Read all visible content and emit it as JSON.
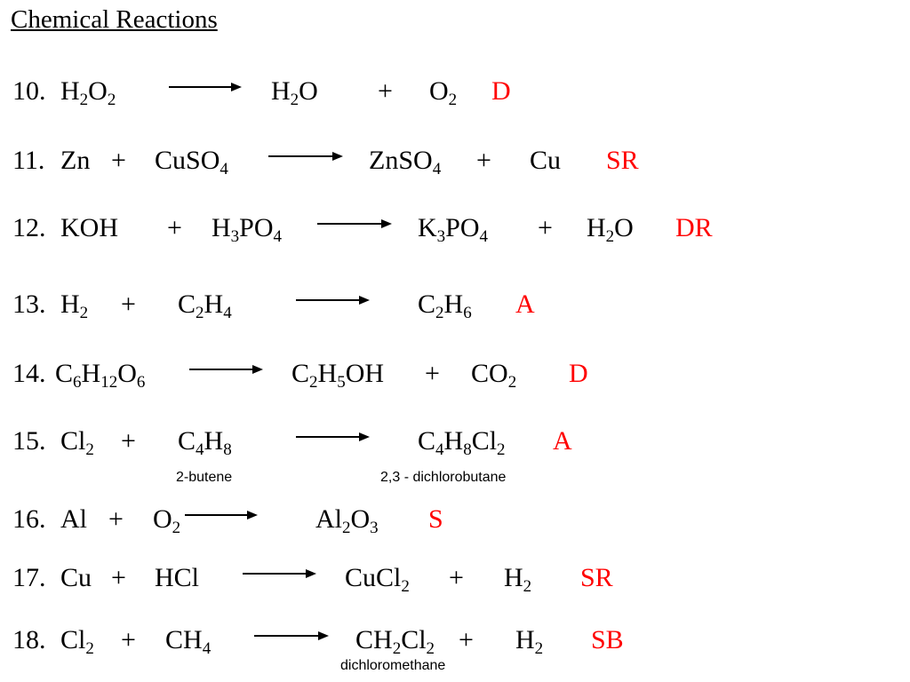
{
  "title": "Chemical Reactions",
  "reactions": [
    {
      "number": "10.",
      "r1": {
        "parts": [
          [
            "H",
            "2"
          ],
          [
            "O",
            "2"
          ]
        ]
      },
      "p1": {
        "parts": [
          [
            "H",
            "2"
          ],
          [
            "O",
            ""
          ]
        ]
      },
      "plus2": "+",
      "p2": {
        "parts": [
          [
            "O",
            "2"
          ]
        ]
      },
      "type": "D"
    },
    {
      "number": "11.",
      "r1": {
        "parts": [
          [
            "Zn",
            ""
          ]
        ]
      },
      "plus1": "+",
      "r2": {
        "parts": [
          [
            "CuSO",
            "4"
          ]
        ]
      },
      "p1": {
        "parts": [
          [
            "ZnSO",
            "4"
          ]
        ]
      },
      "plus2": "+",
      "p2": {
        "parts": [
          [
            "Cu",
            ""
          ]
        ]
      },
      "type": "SR"
    },
    {
      "number": "12.",
      "r1": {
        "parts": [
          [
            "KOH",
            ""
          ]
        ]
      },
      "plus1": "+",
      "r2": {
        "parts": [
          [
            "H",
            "3"
          ],
          [
            "PO",
            "4"
          ]
        ]
      },
      "p1": {
        "parts": [
          [
            "K",
            "3"
          ],
          [
            "PO",
            "4"
          ]
        ]
      },
      "plus2": "+",
      "p2": {
        "parts": [
          [
            "H",
            "2"
          ],
          [
            "O",
            ""
          ]
        ]
      },
      "type": "DR"
    },
    {
      "number": "13.",
      "r1": {
        "parts": [
          [
            "H",
            "2"
          ]
        ]
      },
      "plus1": "+",
      "r2": {
        "parts": [
          [
            "C",
            "2"
          ],
          [
            "H",
            "4"
          ]
        ]
      },
      "p1": {
        "parts": [
          [
            "C",
            "2"
          ],
          [
            "H",
            "6"
          ]
        ]
      },
      "type": "A"
    },
    {
      "number": "14.",
      "r1": {
        "parts": [
          [
            "C",
            "6"
          ],
          [
            "H",
            "12"
          ],
          [
            "O",
            "6"
          ]
        ]
      },
      "p1": {
        "parts": [
          [
            "C",
            "2"
          ],
          [
            "H",
            "5"
          ],
          [
            "OH",
            ""
          ]
        ]
      },
      "plus2": "+",
      "p2": {
        "parts": [
          [
            "CO",
            "2"
          ]
        ]
      },
      "type": "D"
    },
    {
      "number": "15.",
      "r1": {
        "parts": [
          [
            "Cl",
            "2"
          ]
        ]
      },
      "plus1": "+",
      "r2": {
        "parts": [
          [
            "C",
            "4"
          ],
          [
            "H",
            "8"
          ]
        ]
      },
      "p1": {
        "parts": [
          [
            "C",
            "4"
          ],
          [
            "H",
            "8"
          ],
          [
            "Cl",
            "2"
          ]
        ]
      },
      "type": "A",
      "note_r2": "2-butene",
      "note_p1": "2,3 - dichlorobutane"
    },
    {
      "number": "16.",
      "r1": {
        "parts": [
          [
            "Al",
            ""
          ]
        ]
      },
      "plus1": "+",
      "r2": {
        "parts": [
          [
            "O",
            "2"
          ]
        ]
      },
      "p1": {
        "parts": [
          [
            "Al",
            "2"
          ],
          [
            "O",
            "3"
          ]
        ]
      },
      "type": "S"
    },
    {
      "number": "17.",
      "r1": {
        "parts": [
          [
            "Cu",
            ""
          ]
        ]
      },
      "plus1": "+",
      "r2": {
        "parts": [
          [
            "HCl",
            ""
          ]
        ]
      },
      "p1": {
        "parts": [
          [
            "CuCl",
            "2"
          ]
        ]
      },
      "plus2": "+",
      "p2": {
        "parts": [
          [
            "H",
            "2"
          ]
        ]
      },
      "type": "SR"
    },
    {
      "number": "18.",
      "r1": {
        "parts": [
          [
            "Cl",
            "2"
          ]
        ]
      },
      "plus1": "+",
      "r2": {
        "parts": [
          [
            "CH",
            "4"
          ]
        ]
      },
      "p1": {
        "parts": [
          [
            "CH",
            "2"
          ],
          [
            "Cl",
            "2"
          ]
        ]
      },
      "plus2": "+",
      "p2": {
        "parts": [
          [
            "H",
            "2"
          ]
        ]
      },
      "type": "SB",
      "note_p1": "dichloromethane"
    }
  ]
}
